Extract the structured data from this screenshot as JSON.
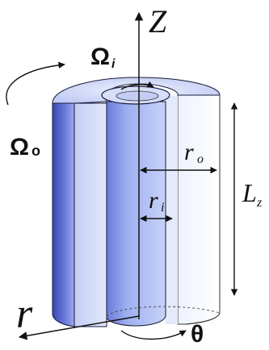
{
  "labels": {
    "z_axis": "Z",
    "r_axis": "r",
    "theta_axis": "θ",
    "omega_inner": "Ω",
    "omega_inner_sub": "i",
    "omega_outer": "Ω",
    "omega_outer_sub": "o",
    "r_outer": "r",
    "r_outer_sub": "o",
    "r_inner": "r",
    "r_inner_sub": "i",
    "length": "L",
    "length_sub": "z"
  },
  "colors": {
    "blue_dark": "#3f4fb8",
    "blue_mid": "#7d8fe0",
    "blue_light": "#b9c6f3",
    "blue_pale": "#dfe6fb",
    "line": "#111111"
  }
}
